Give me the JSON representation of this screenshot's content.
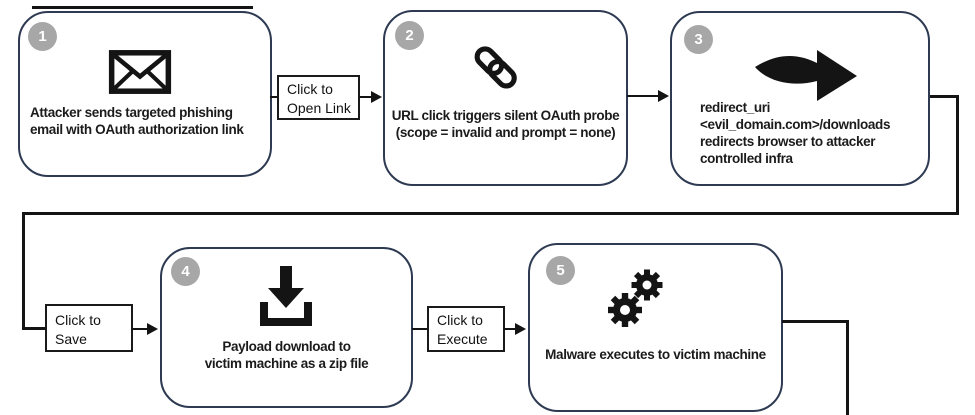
{
  "steps": [
    {
      "number": "1",
      "icon": "envelope-icon",
      "lines": [
        "Attacker sends targeted phishing",
        "email with OAuth authorization link"
      ]
    },
    {
      "number": "2",
      "icon": "chain-link-icon",
      "lines": [
        "URL click triggers silent OAuth probe",
        "(scope = invalid and prompt = none)"
      ]
    },
    {
      "number": "3",
      "icon": "curved-arrow-icon",
      "lines": [
        "redirect_uri",
        "<evil_domain.com>/downloads",
        "redirects browser to attacker",
        "controlled infra"
      ]
    },
    {
      "number": "4",
      "icon": "download-icon",
      "lines": [
        "Payload download to",
        "victim machine as a zip file"
      ]
    },
    {
      "number": "5",
      "icon": "gears-icon",
      "lines": [
        "Malware executes to victim machine"
      ]
    }
  ],
  "connector_labels": [
    {
      "lines": [
        "Click to",
        "Open Link"
      ]
    },
    {
      "lines": [
        "Click to",
        "Save"
      ]
    },
    {
      "lines": [
        "Click to",
        "Execute"
      ]
    }
  ],
  "colors": {
    "background": "#ffffff",
    "box_border": "#2d3a52",
    "badge_bg": "#a7a7a7",
    "badge_text": "#ffffff",
    "line": "#141414",
    "text": "#1b1b1b"
  }
}
